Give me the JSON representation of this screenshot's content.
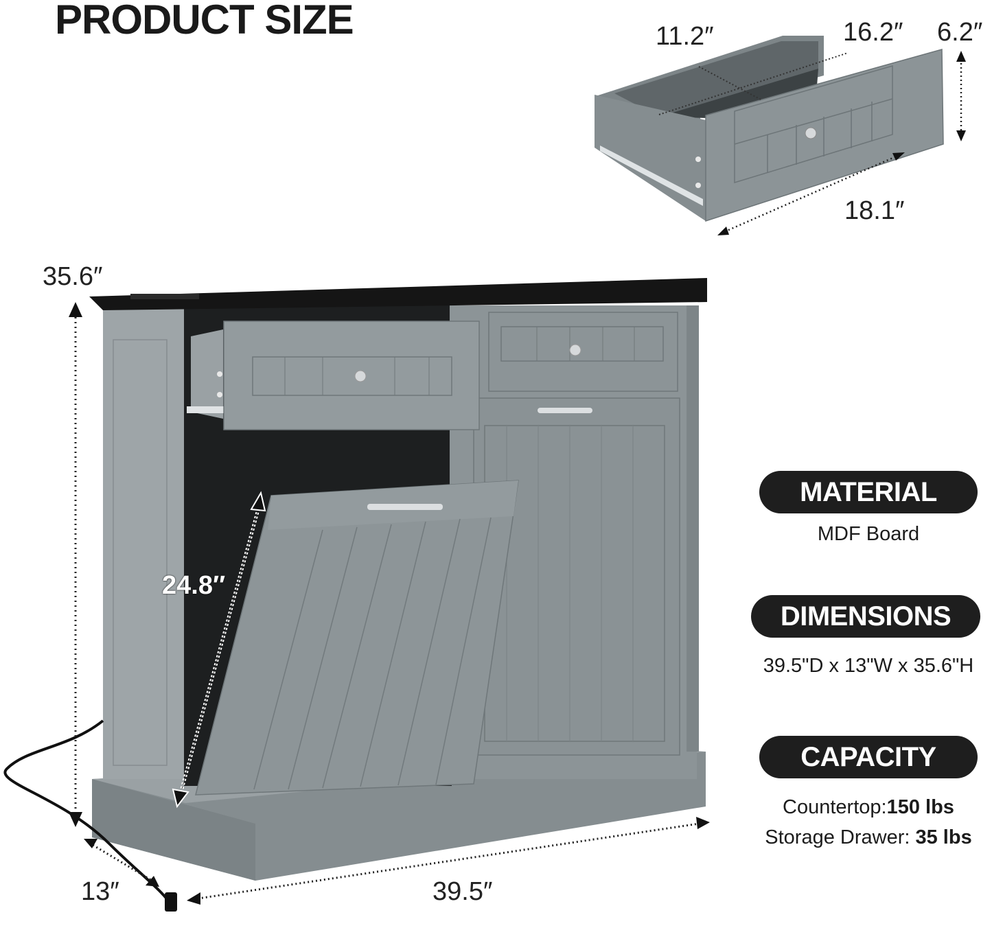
{
  "header": {
    "title": "PRODUCT SIZE"
  },
  "drawer_diagram": {
    "dimensions": {
      "inner_depth": "11.2″",
      "inner_width": "16.2″",
      "height": "6.2″",
      "outer_width": "18.1″"
    }
  },
  "cabinet_diagram": {
    "dimensions": {
      "height": "35.6″",
      "tilt_door_height": "24.8″",
      "depth": "13″",
      "width": "39.5″"
    }
  },
  "specs": {
    "material": {
      "label": "MATERIAL",
      "value": "MDF Board"
    },
    "dimensions": {
      "label": "DIMENSIONS",
      "value": "39.5\"D x 13\"W x 35.6\"H"
    },
    "capacity": {
      "label": "CAPACITY",
      "lines": [
        {
          "name": "Countertop:",
          "value": "150 lbs"
        },
        {
          "name": "Storage Drawer: ",
          "value": "35 lbs"
        }
      ]
    }
  },
  "colors": {
    "cabinet_gray": "#8a9194",
    "cabinet_gray_light": "#9ea5a8",
    "cabinet_gray_dark": "#6f777a",
    "countertop_black": "#151515",
    "pill_black": "#1e1e1e"
  }
}
